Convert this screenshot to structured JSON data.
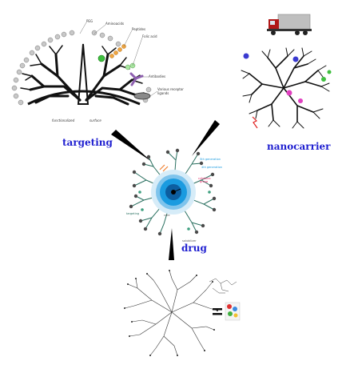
{
  "labels": {
    "targeting": "targeting",
    "nanocarrier": "nanocarrier",
    "drug": "drug"
  },
  "dendrimer_surface": {
    "peg": "PEG",
    "aminoacids": "Aminoacids",
    "peptides": "Peptides",
    "folic_acid": "Folic acid",
    "antibodies": "Antibodies",
    "various_receptor": "Various receptor",
    "ligands": "ligands",
    "functionalized": "functionalized",
    "surface": "surface"
  },
  "colors": {
    "label_blue": "#1f1fd0",
    "core_blue": "#1a9be0",
    "branch_black": "#111111"
  },
  "icons": [
    "truck-icon",
    "equals-sign",
    "drug-molecule-icon"
  ]
}
